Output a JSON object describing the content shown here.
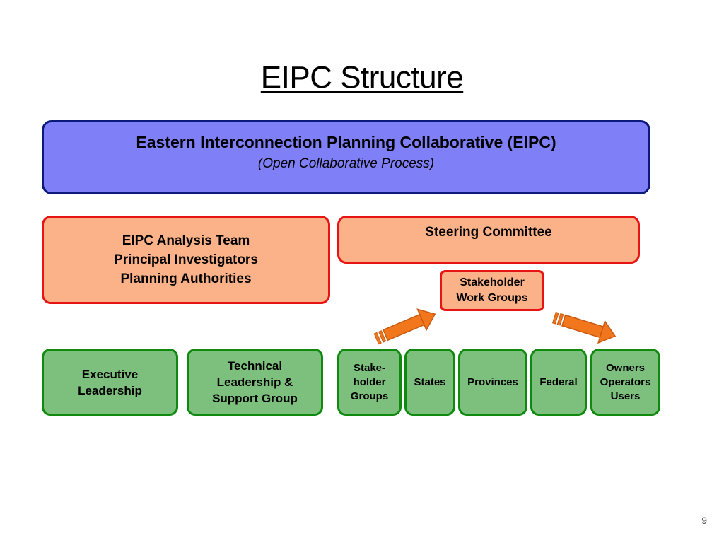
{
  "slide": {
    "title": "EIPC Structure",
    "page_number": "9"
  },
  "eipc": {
    "name": "Eastern Interconnection Planning Collaborative (EIPC)",
    "subtitle": "(Open Collaborative Process)"
  },
  "analysis_team": {
    "lines": [
      "EIPC Analysis Team",
      "Principal Investigators",
      "Planning Authorities"
    ]
  },
  "steering_committee": {
    "label": "Steering Committee"
  },
  "stakeholder_work_groups": {
    "lines": [
      "Stakeholder",
      "Work Groups"
    ]
  },
  "groups": {
    "executive": [
      "Executive",
      "Leadership"
    ],
    "technical": [
      "Technical",
      "Leadership &",
      "Support Group"
    ],
    "stakeholder": [
      "Stake-",
      "holder",
      "Groups"
    ],
    "states": "States",
    "provinces": "Provinces",
    "federal": "Federal",
    "owners": [
      "Owners",
      "Operators",
      "Users"
    ]
  },
  "colors": {
    "eipc_fill": "#7f7ff7",
    "eipc_border": "#0b1a7a",
    "orange_fill": "#fbb288",
    "red_border": "#e81414",
    "green_fill": "#7dbf7d",
    "green_border": "#0f8a0f",
    "arrow_fill": "#f2761c"
  }
}
